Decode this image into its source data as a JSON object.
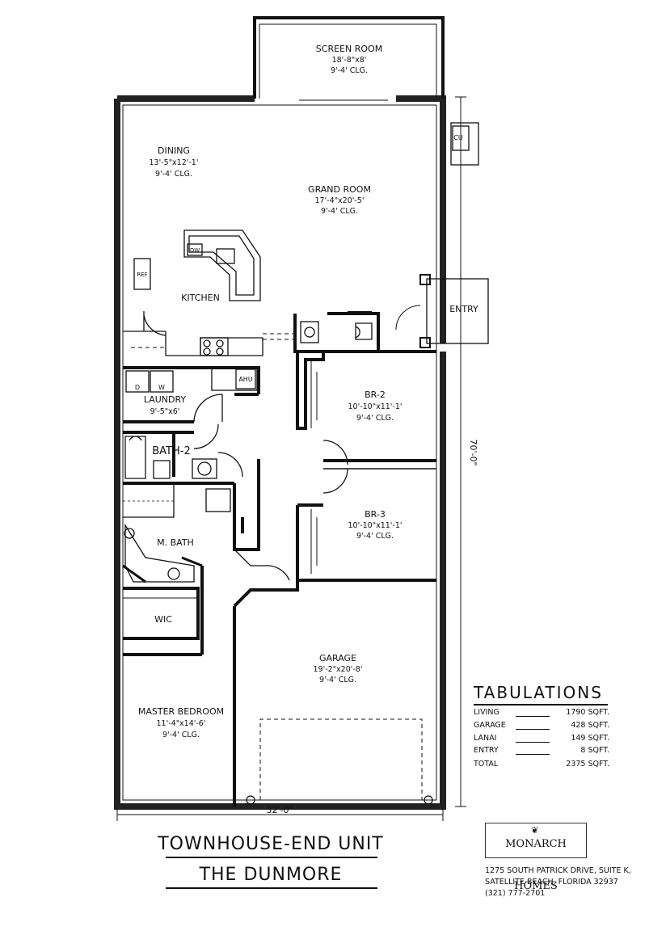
{
  "rooms": {
    "screen_room": {
      "name": "SCREEN ROOM",
      "size": "18'-8\"x8'",
      "ceiling": "9'-4' CLG."
    },
    "dining": {
      "name": "DINING",
      "size": "13'-5\"x12'-1'",
      "ceiling": "9'-4' CLG."
    },
    "grand_room": {
      "name": "GRAND ROOM",
      "size": "17'-4\"x20'-5'",
      "ceiling": "9'-4' CLG."
    },
    "kitchen": {
      "name": "KITCHEN"
    },
    "entry": {
      "name": "ENTRY"
    },
    "laundry": {
      "name": "LAUNDRY",
      "size": "9'-5\"x6'"
    },
    "bath2": {
      "name": "BATH-2"
    },
    "br2": {
      "name": "BR-2",
      "size": "10'-10\"x11'-1'",
      "ceiling": "9'-4' CLG."
    },
    "br3": {
      "name": "BR-3",
      "size": "10'-10\"x11'-1'",
      "ceiling": "9'-4' CLG."
    },
    "mbath": {
      "name": "M. BATH"
    },
    "wic": {
      "name": "WIC"
    },
    "garage": {
      "name": "GARAGE",
      "size": "19'-2\"x20'-8'",
      "ceiling": "9'-4' CLG."
    },
    "master": {
      "name": "MASTER BEDROOM",
      "size": "11'-4\"x14'-6'",
      "ceiling": "9'-4' CLG."
    }
  },
  "fixtures": {
    "cu": "CU",
    "ahu": "AHU",
    "dw": "DW",
    "ref": "REF",
    "washer": "W",
    "dryer": "D"
  },
  "dimensions": {
    "width": "32'-0\"",
    "depth": "70'-0\""
  },
  "title": {
    "line1": "TOWNHOUSE-END UNIT",
    "line2": "THE DUNMORE"
  },
  "tabulations": {
    "heading": "TABULATIONS",
    "rows": [
      {
        "label": "LIVING",
        "value": "1790 SQFT."
      },
      {
        "label": "GARAGE",
        "value": "428 SQFT."
      },
      {
        "label": "LANAI",
        "value": "149 SQFT."
      },
      {
        "label": "ENTRY",
        "value": "8 SQFT."
      }
    ],
    "total": {
      "label": "TOTAL",
      "value": "2375 SQFT."
    }
  },
  "company": {
    "logo": "MONARCH HOMES",
    "address_line1": "1275 SOUTH PATRICK DRIVE, SUITE K,",
    "address_line2": "SATELLITE BEACH, FLORIDA 32937",
    "phone": "(321) 777-2701"
  }
}
